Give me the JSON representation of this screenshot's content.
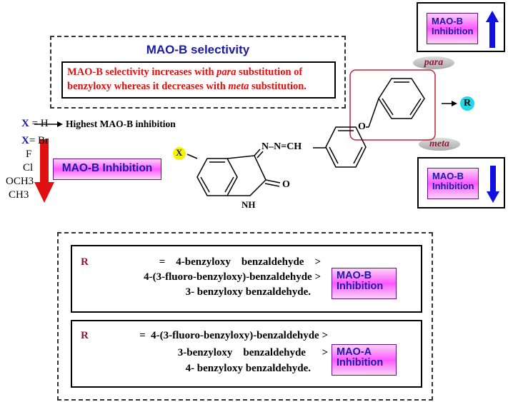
{
  "selectivity_box": {
    "title": "MAO-B selectivity",
    "line1_a": "MAO-B selectivity increases with ",
    "line1_b": "para",
    "line1_c": " substitution of",
    "line2_a": "benzyloxy whereas it decreases with ",
    "line2_b": "meta",
    "line2_c": " substitution."
  },
  "badges": {
    "top_right": [
      "MAO-B",
      "Inhibition"
    ],
    "middle_right": [
      "MAO-B",
      "Inhibition"
    ],
    "left": "MAO-B Inhibition",
    "bottom1": [
      "MAO-B",
      "Inhibition"
    ],
    "bottom2": [
      "MAO-A",
      "Inhibition"
    ]
  },
  "ovals": {
    "para": "para",
    "meta": "meta"
  },
  "substituents": {
    "x_h_label": "X",
    "x_h_value": " = H",
    "x_h_result": "Highest MAO-B inhibition",
    "x_list_label": "X",
    "x_list_first": "= Br",
    "x_list": [
      "F",
      "Cl",
      "OCH3",
      "CH3"
    ]
  },
  "molecule": {
    "x_atom": "X",
    "azine": "N–N=CH",
    "carbonyl": "O",
    "nh": "NH",
    "oxygen": "O",
    "r_group": "R"
  },
  "order_box1": {
    "r": "R",
    "line1": "=    4-benzyloxy    benzaldehyde    >",
    "line2": "4-(3-fluoro-benzyloxy)-benzaldehyde >",
    "line3": "3- benzyloxy benzaldehyde."
  },
  "order_box2": {
    "r": "R",
    "line1": "=  4-(3-fluoro-benzyloxy)-benzaldehyde >",
    "line2": "3-benzyloxy    benzaldehyde      >",
    "line3": "4- benzyloxy benzaldehyde."
  },
  "colors": {
    "red": "#e01010",
    "blue": "#1a1aa8",
    "arrow_blue": "#1010e0",
    "maroon": "#8b1a3a",
    "cyan": "#22d8e8",
    "yellow": "#f5f500"
  }
}
